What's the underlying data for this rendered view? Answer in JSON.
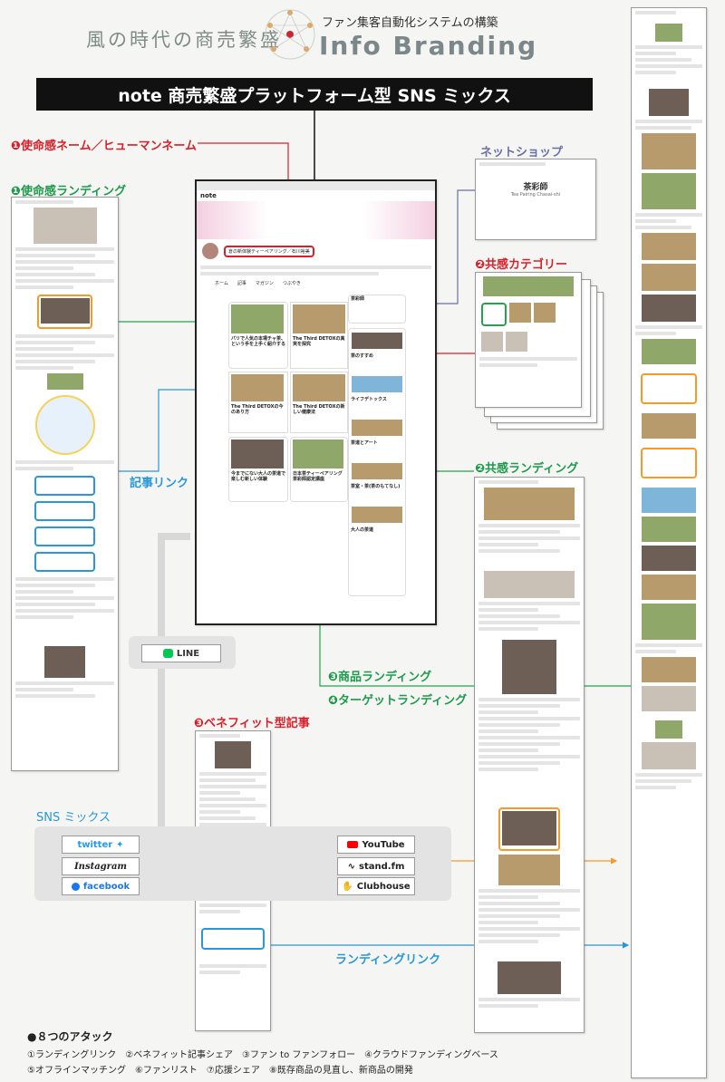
{
  "header": {
    "left_slogan": "風の時代の商売繁盛",
    "subtitle": "ファン集客自動化システムの構築",
    "brand": "Info Branding"
  },
  "banner": "note 商売繁盛プラットフォーム型 SNS ミックス",
  "labels": {
    "mission_name": "❶使命感ネーム／ヒューマンネーム",
    "mission_landing": "❶使命感ランディング",
    "net_shop": "ネットショップ",
    "empathy_category": "❷共感カテゴリー",
    "empathy_landing": "❷共感ランディング",
    "article_link": "記事リンク",
    "product_landing": "❸商品ランディング",
    "target_landing": "❹ターゲットランディング",
    "benefit_article": "❸ベネフィット型記事",
    "sns_mix": "SNS ミックス",
    "landing_link": "ランディングリンク"
  },
  "note_page": {
    "logo": "note",
    "profile_name": "倉の新体験ティーペアリング／石川裕美",
    "tabs": [
      "ホーム",
      "記事",
      "マガジン",
      "つぶやき"
    ],
    "cards": [
      {
        "title": "パリで人気の本場チャ茶、という手を上手く紹介する"
      },
      {
        "title": "The Third DETOXの真実を探究"
      },
      {
        "title": "The Third DETOXの今のあり方"
      },
      {
        "title": "The Third DETOXの新しい健康法"
      },
      {
        "title": "今までにない大人の茶道で楽しむ新しい体験"
      },
      {
        "title": "日本茶ティーペアリング茶彩師認定講座"
      }
    ],
    "side_items": [
      "茶のすすめ",
      "ライフデトックス",
      "茶道とアート",
      "茶室・茶(茶のもてなし)",
      "大人の茶道"
    ]
  },
  "shop": {
    "brand": "茶彩師",
    "sub": "Tea Pairing Chasai-shi"
  },
  "sns": {
    "twitter": "twitter",
    "instagram": "Instagram",
    "facebook": "facebook",
    "youtube": "YouTube",
    "stand": "stand.fm",
    "clubhouse": "Clubhouse",
    "line": "LINE"
  },
  "attacks": {
    "heading": "●８つのアタック",
    "line1": "①ランディングリンク　②ベネフィット記事シェア　③ファン to ファンフォロー　④クラウドファンディングベース",
    "line2": "⑤オフラインマッチング　⑥ファンリスト　⑦応援シェア　⑧既存商品の見直し、新商品の開発"
  },
  "colors": {
    "red": "#d8202a",
    "green": "#27a24c",
    "blue": "#2b97d6",
    "orange": "#f39a28",
    "purple": "#6a6fa3",
    "banner": "#111111"
  }
}
